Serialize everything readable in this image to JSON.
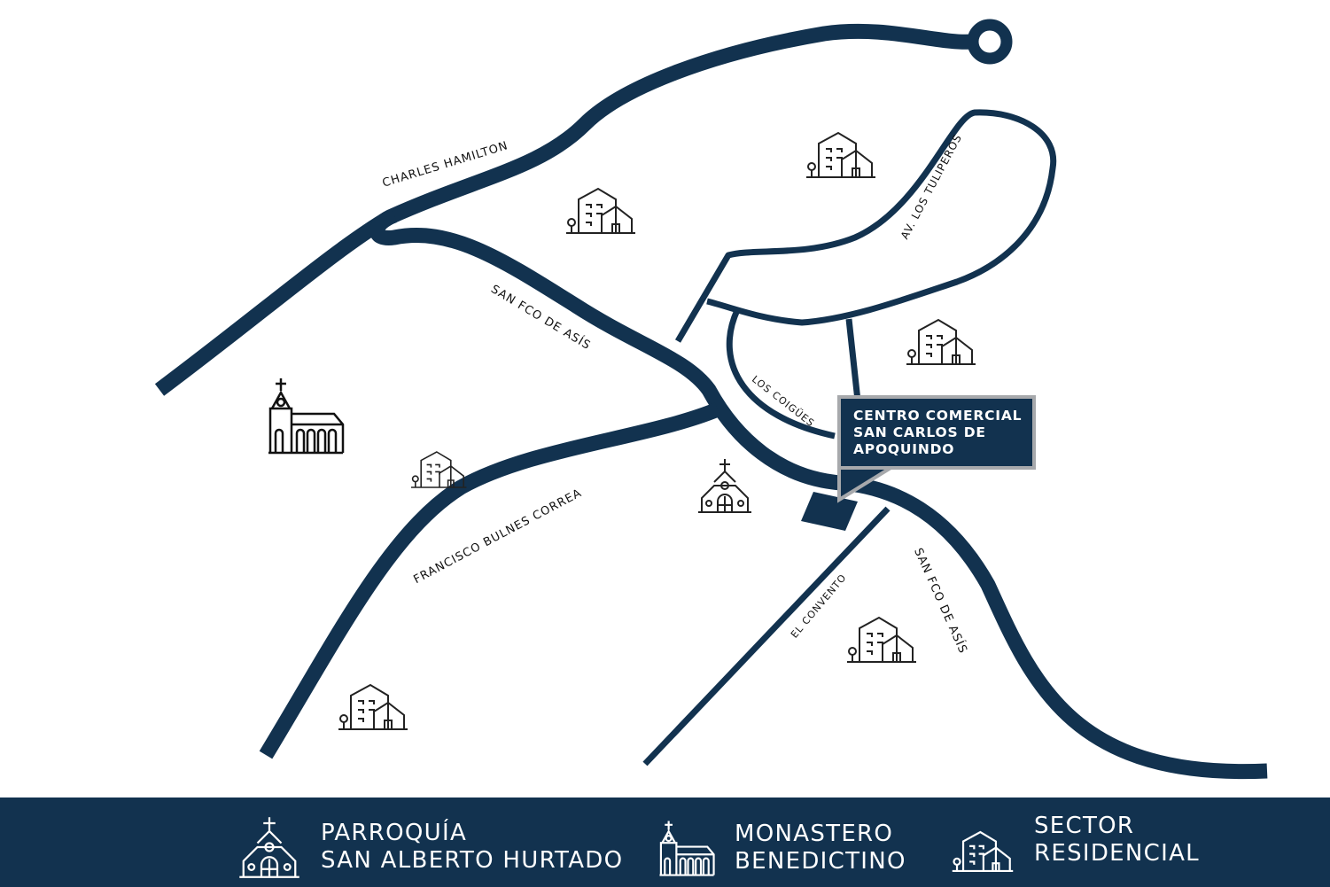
{
  "colors": {
    "road": "#12324f",
    "callout_border": "#a7a9ac",
    "legend_bg": "#12324f"
  },
  "streets": {
    "charles_hamilton": "CHARLES HAMILTON",
    "san_fco_1": "SAN FCO DE ASÍS",
    "san_fco_2": "SAN FCO DE ASÍS",
    "los_tulipetos": "AV. LOS TULIPEROS",
    "los_coigues": "LOS COIGÜES",
    "francisco_bulnes": "FRANCISCO BULNES CORREA",
    "el_convento": "EL CONVENTO"
  },
  "callout": {
    "line1": "CENTRO COMERCIAL",
    "line2": "SAN CARLOS DE",
    "line3": "APOQUINDO"
  },
  "legend": [
    {
      "icon": "parish-church-icon",
      "line1": "PARROQUÍA",
      "line2": "SAN ALBERTO HURTADO"
    },
    {
      "icon": "monastery-icon",
      "line1": "MONASTERO",
      "line2": "BENEDICTINO"
    },
    {
      "icon": "residential-icon",
      "line1": "SECTOR",
      "line2": "RESIDENCIAL"
    }
  ]
}
